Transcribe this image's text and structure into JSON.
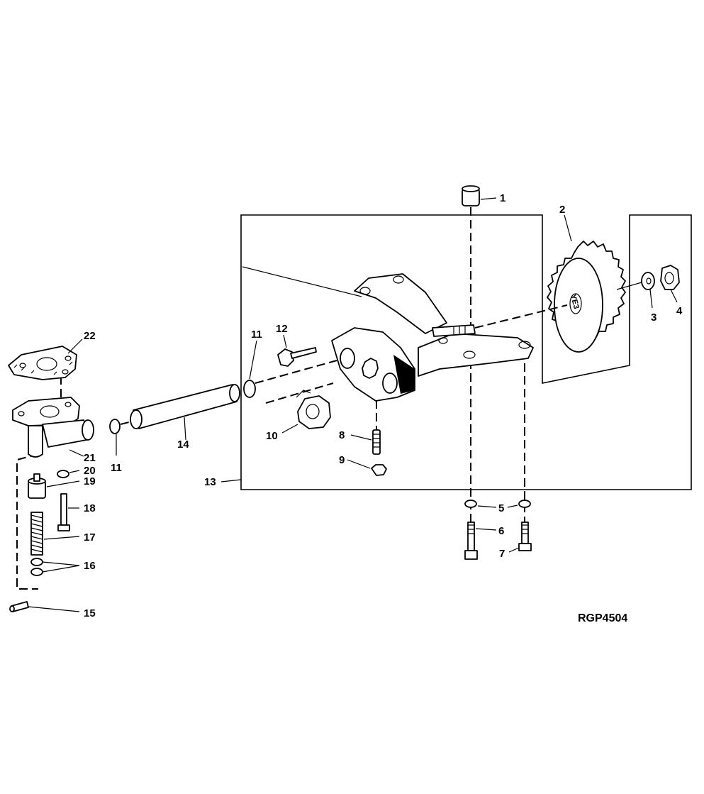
{
  "figure_ref": "RGP4504",
  "callouts": {
    "c1": "1",
    "c2": "2",
    "c3": "3",
    "c4": "4",
    "c5": "5",
    "c6": "6",
    "c7": "7",
    "c8": "8",
    "c9": "9",
    "c10": "10",
    "c11a": "11",
    "c11b": "11",
    "c12": "12",
    "c13": "13",
    "c14": "14",
    "c15": "15",
    "c16": "16",
    "c17": "17",
    "c18": "18",
    "c19": "19",
    "c20": "20",
    "c21": "21",
    "c22": "22"
  },
  "gear_marking": "YE3"
}
